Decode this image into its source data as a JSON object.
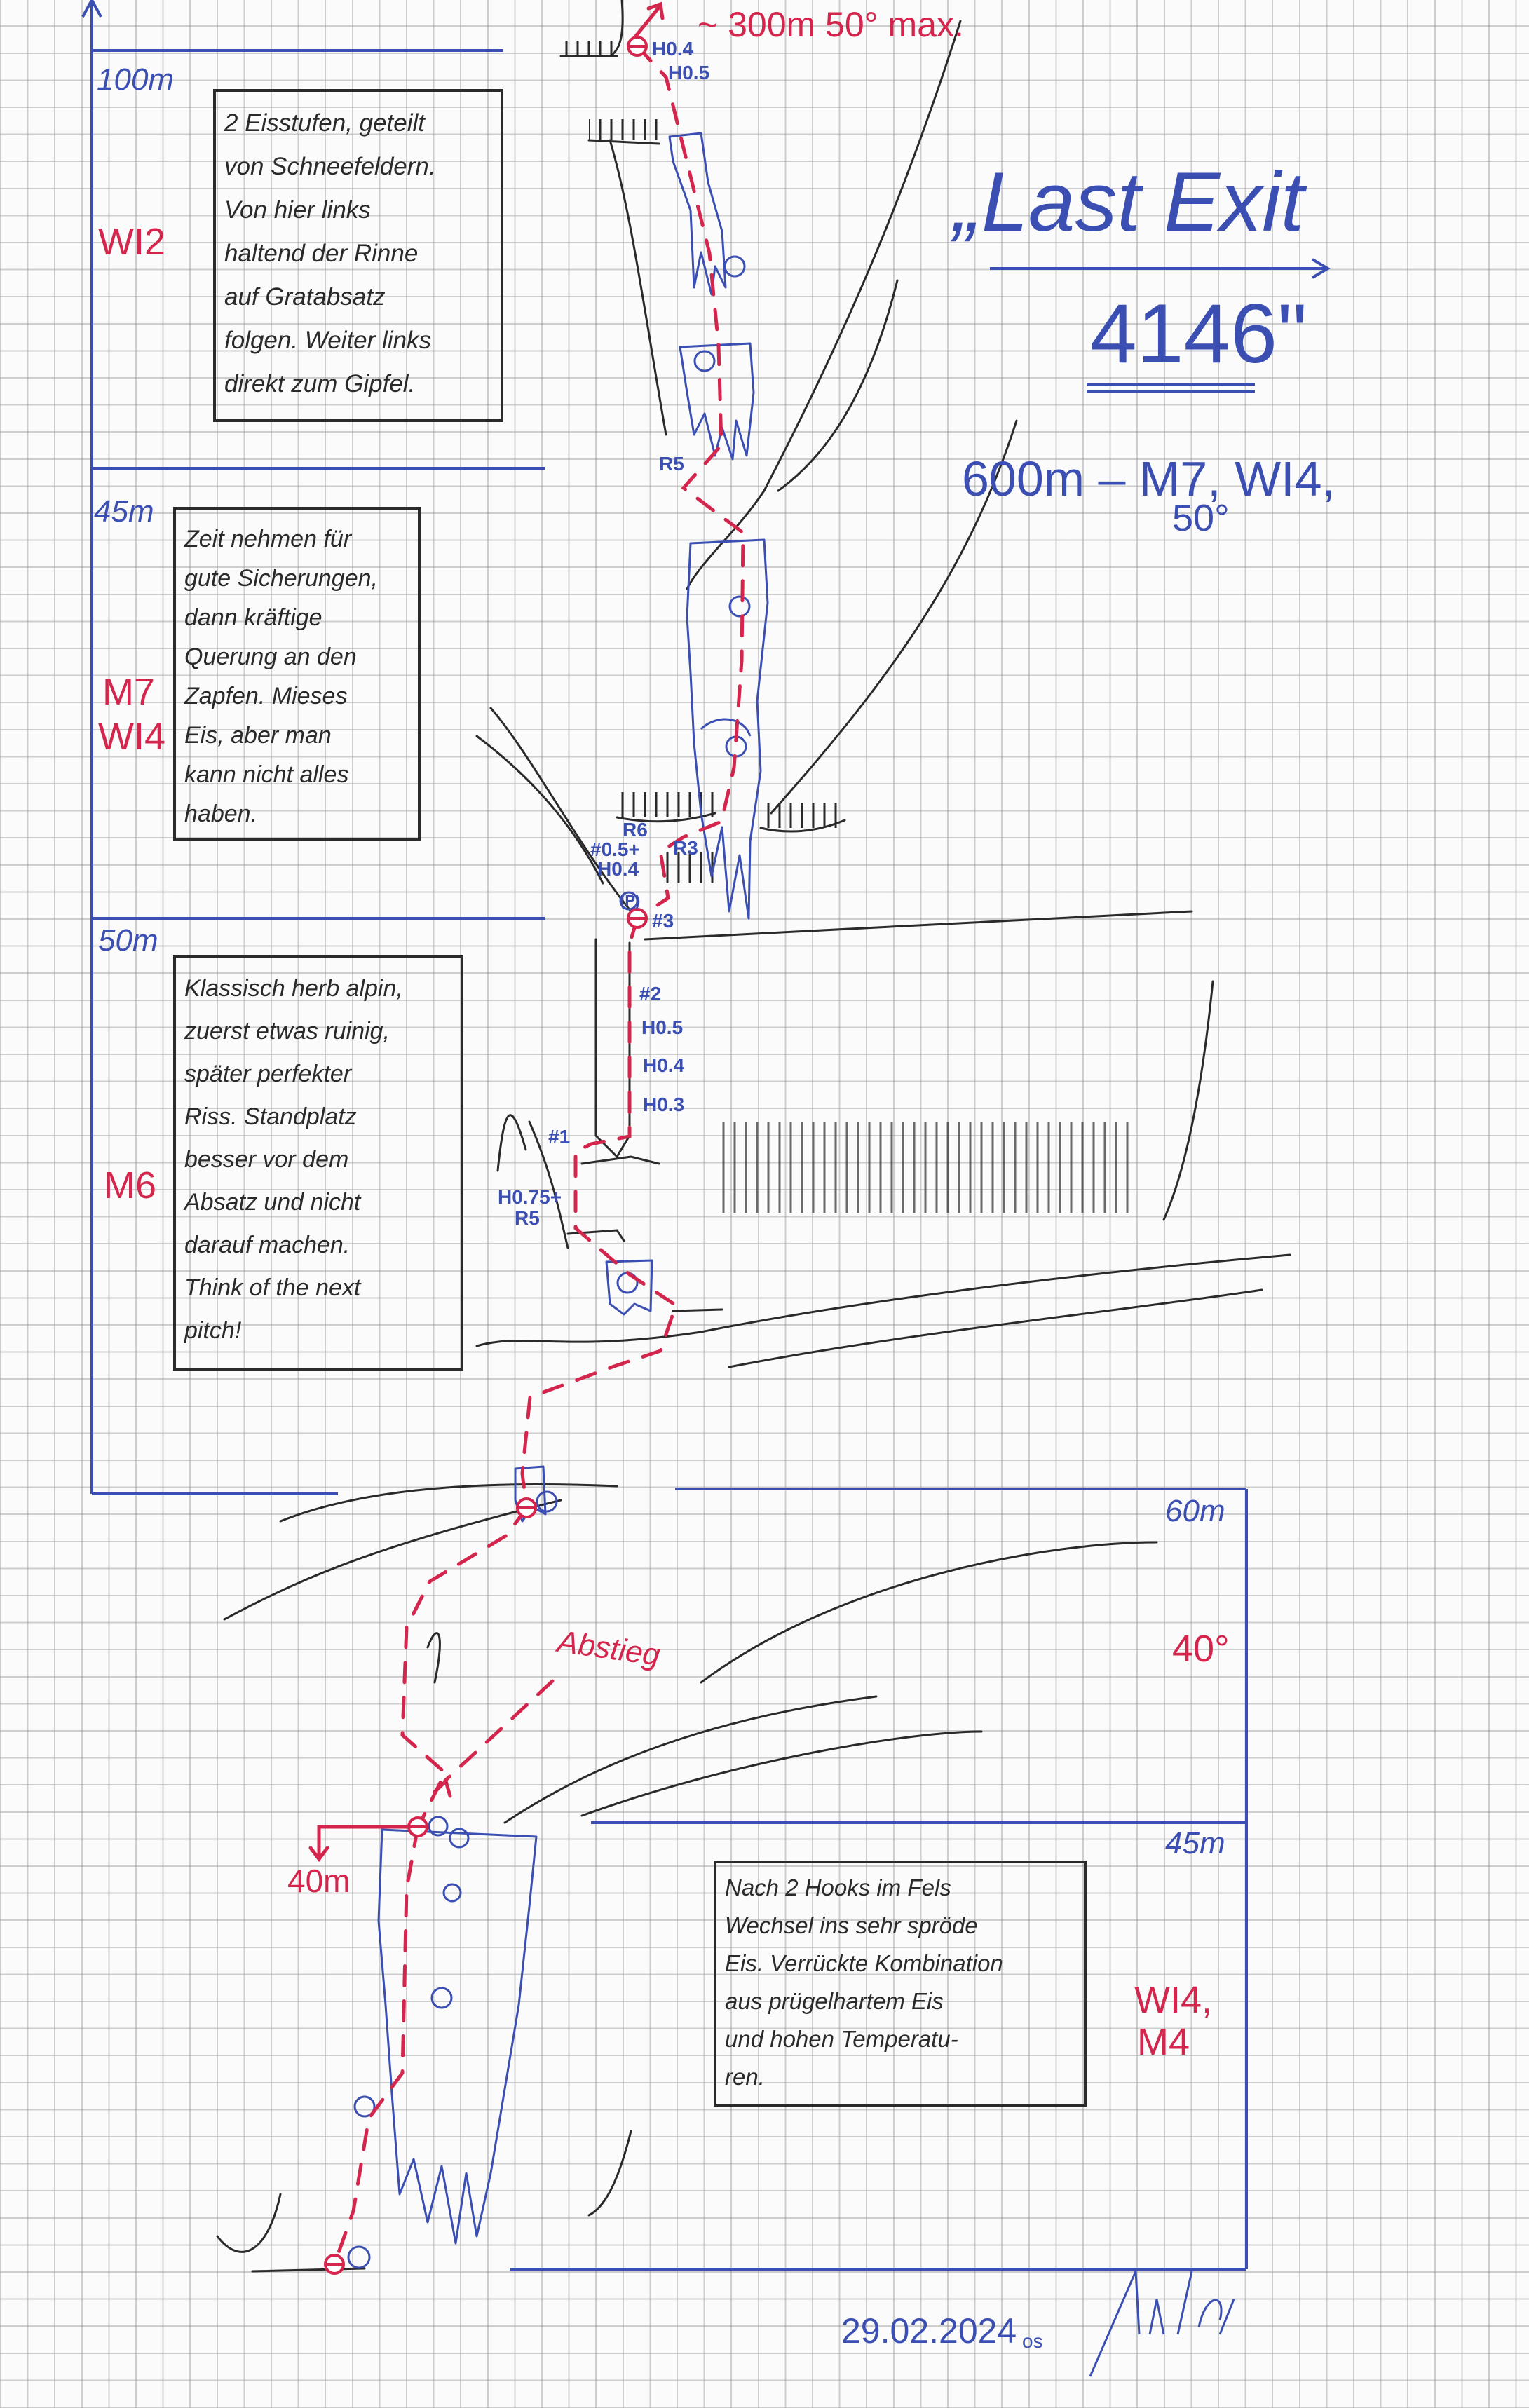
{
  "title": {
    "name": "„Last Exit",
    "height": "4146\"",
    "summary": "600m – M7, WI4,",
    "summary_angle": "50°"
  },
  "top_note": "~ 300m 50° max.",
  "sections": [
    {
      "length": "100m",
      "grades": [
        "WI2"
      ],
      "notes": [
        "2 Eisstufen, geteilt",
        "von Schneefeldern.",
        "Von hier links",
        "haltend der Rinne",
        "auf Gratabsatz",
        "folgen. Weiter links",
        "direkt zum Gipfel."
      ]
    },
    {
      "length": "45m",
      "grades": [
        "M7",
        "WI4"
      ],
      "notes": [
        "Zeit nehmen für",
        "gute Sicherungen,",
        "dann kräftige",
        "Querung an den",
        "Zapfen. Mieses",
        "Eis, aber man",
        "kann nicht alles",
        "haben."
      ]
    },
    {
      "length": "50m",
      "grades": [
        "M6"
      ],
      "notes": [
        "Klassisch herb alpin,",
        "zuerst etwas ruinig,",
        "später perfekter",
        "Riss. Standplatz",
        "besser vor dem",
        "Absatz und nicht",
        "darauf machen.",
        "Think of the next",
        "pitch!"
      ]
    },
    {
      "length": "60m",
      "grades": [
        "40°"
      ]
    },
    {
      "length": "45m",
      "grades": [
        "WI4,",
        "M4"
      ],
      "notes": [
        "Nach 2 Hooks im Fels",
        "Wechsel ins sehr spröde",
        "Eis. Verrückte Kombination",
        "aus prügelhartem Eis",
        "und hohen Temperatu-",
        "ren."
      ]
    }
  ],
  "route_labels": {
    "top_gear_1": "H0.4",
    "top_gear_2": "H0.5",
    "r5_upper": "R5",
    "r6": "R6",
    "cam_05": "#0.5+",
    "h04_mid": "H0.4",
    "piton": "(P)",
    "r3": "R3",
    "cam_3": "#3",
    "cam_2": "#2",
    "h05": "H0.5",
    "h04": "H0.4",
    "h03": "H0.3",
    "cam_1": "#1",
    "h075": "H0.75+",
    "r5_lower": "R5"
  },
  "descent": {
    "label": "Abstieg",
    "rappel": "40m"
  },
  "footer": {
    "date": "29.02.2024",
    "initials": "os"
  },
  "colors": {
    "blue_ink": "#3b4fb3",
    "red_ink": "#d4264d",
    "pencil": "#2a2a2a"
  }
}
